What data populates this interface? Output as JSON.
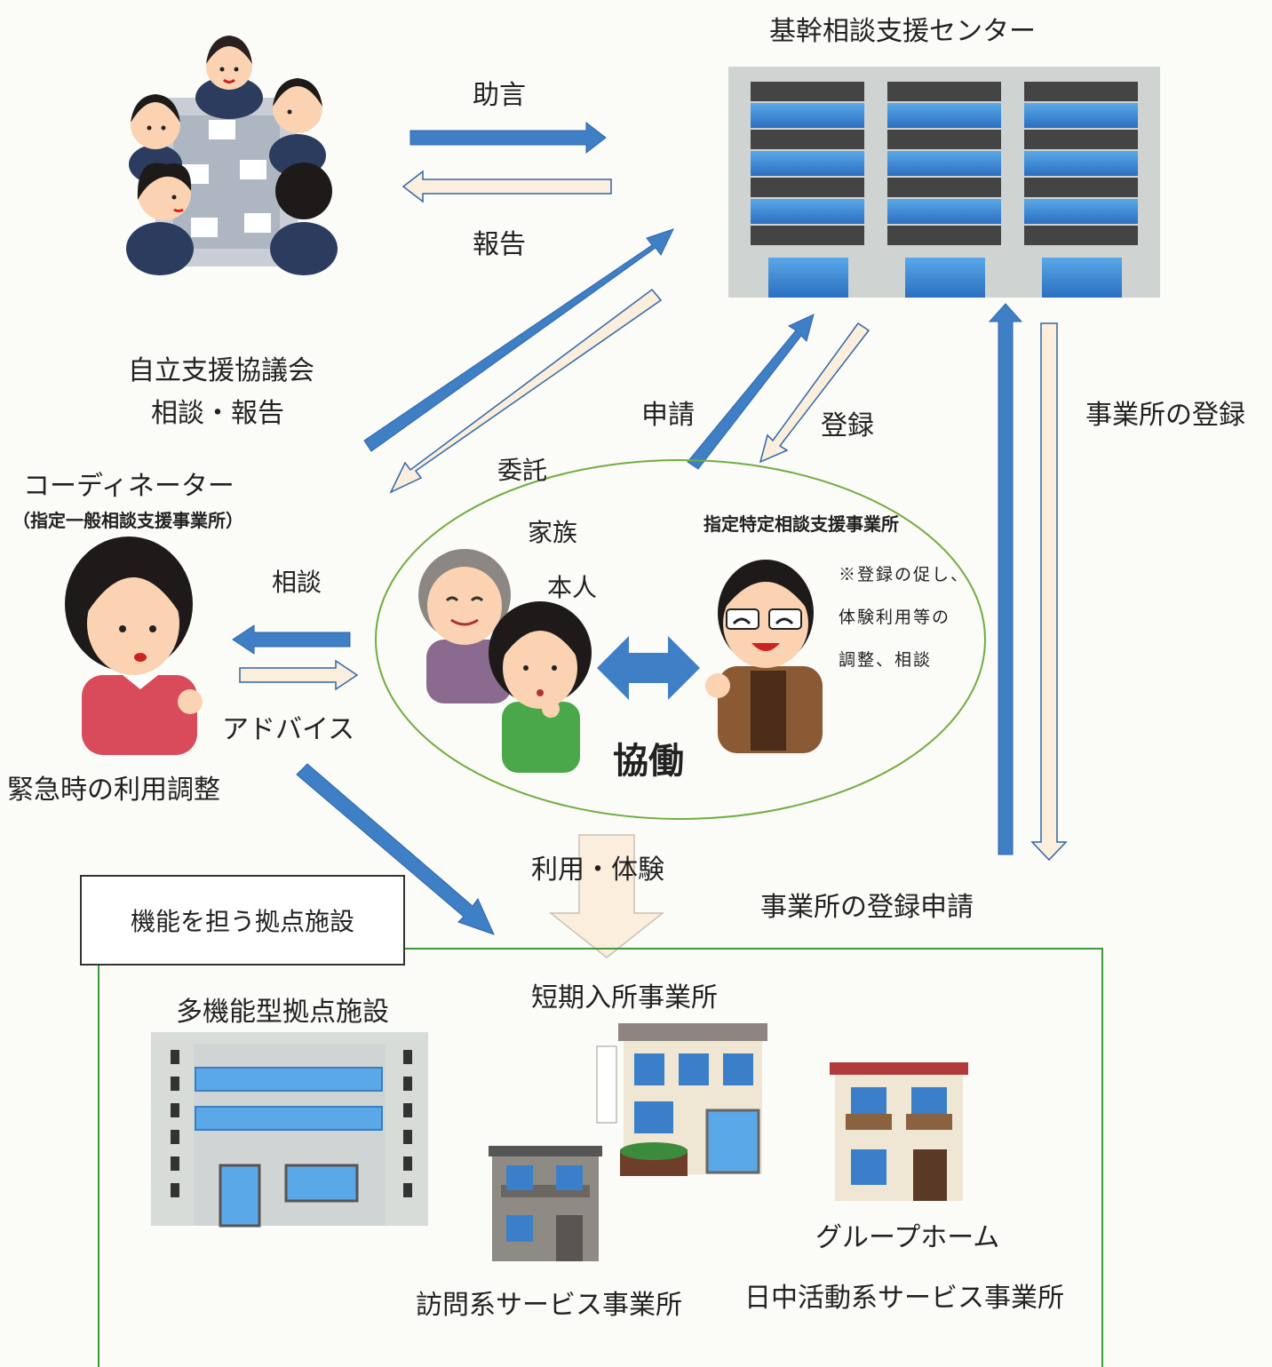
{
  "labels": {
    "center": "基幹相談支援センター",
    "advice": "助言",
    "report": "報告",
    "council_name": "自立支援協議会",
    "council_sub": "相談・報告",
    "coordinator": "コーディネーター",
    "coordinator_sub": "（指定一般相談支援事業所）",
    "commission": "委託",
    "application": "申請",
    "registration": "登録",
    "office_registration": "事業所の登録",
    "family": "家族",
    "person": "本人",
    "specific_office": "指定特定相談支援事業所",
    "note_line1": "※登録の促し、",
    "note_line2": "体験利用等の",
    "note_line3": "調整、相談",
    "consultation": "相談",
    "advice2": "アドバイス",
    "cooperation": "協働",
    "emergency": "緊急時の利用調整",
    "use_experience": "利用・体験",
    "office_reg_application": "事業所の登録申請",
    "hub_facilities": "機能を担う拠点施設",
    "multi_function": "多機能型拠点施設",
    "short_stay": "短期入所事業所",
    "group_home": "グループホーム",
    "visit_service": "訪問系サービス事業所",
    "day_service": "日中活動系サービス事業所"
  },
  "colors": {
    "arrow_blue": "#3f7fc6",
    "arrow_cream": "#fbeedc",
    "ellipse": "#6fae3f",
    "frame": "#3c9a3c"
  }
}
